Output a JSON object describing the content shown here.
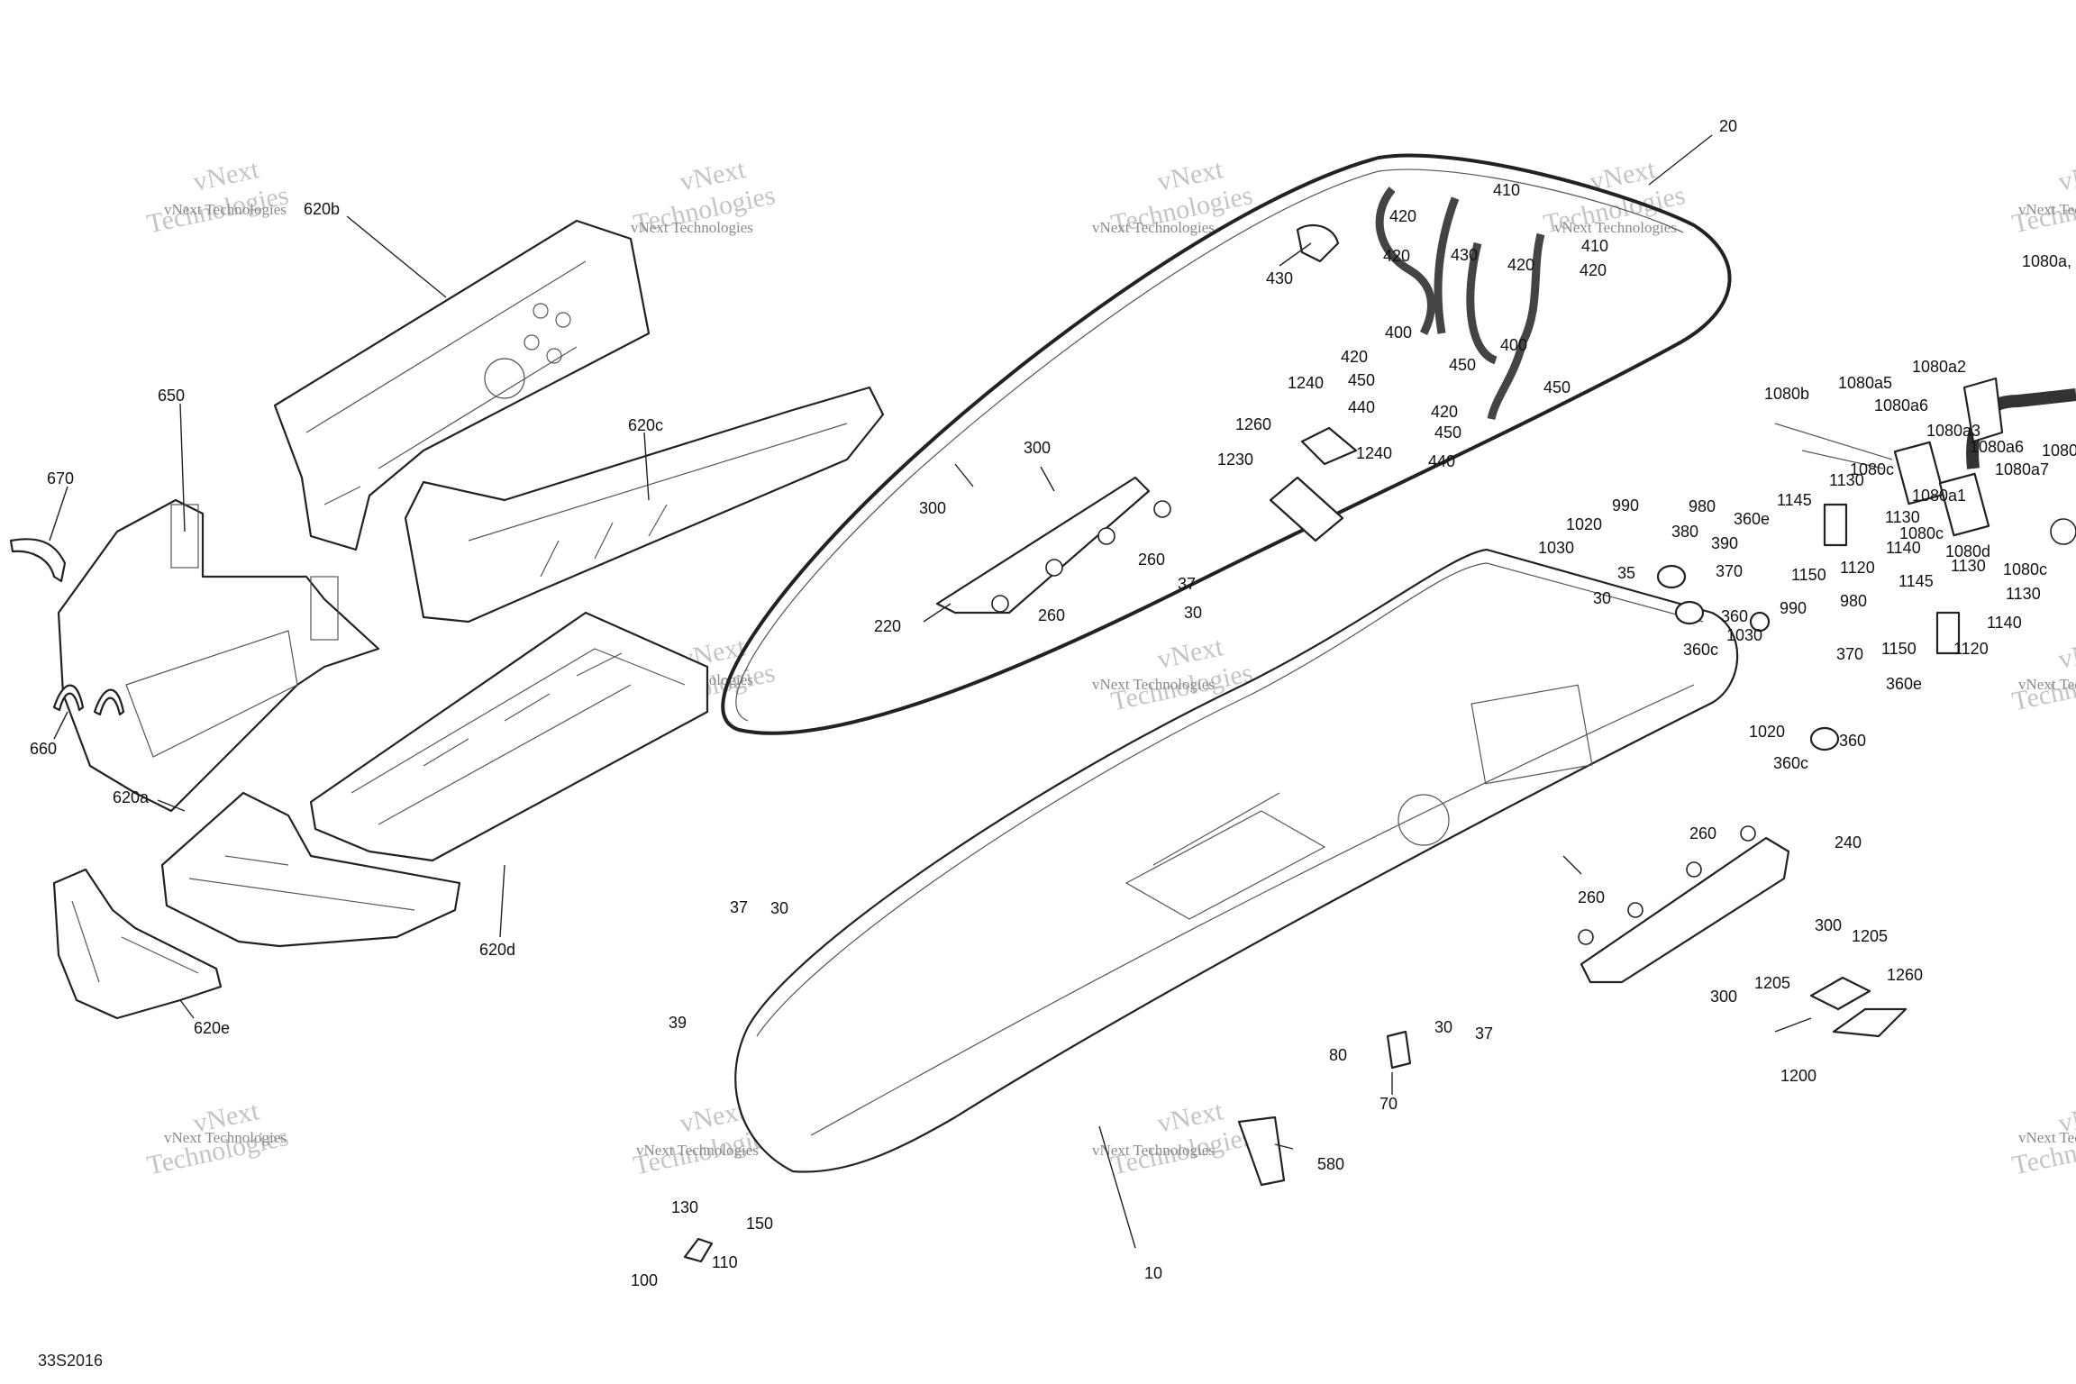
{
  "diagram": {
    "reference_code": "33S2016",
    "watermark": {
      "line1": "vNext",
      "line2": "Technologies",
      "line_small": "vNext Technologies"
    },
    "callouts": [
      "620b",
      "650",
      "670",
      "660",
      "620a",
      "620e",
      "620c",
      "620d",
      "20",
      "410",
      "420",
      "430",
      "420",
      "430",
      "410",
      "420",
      "420",
      "400",
      "400",
      "420",
      "450",
      "450",
      "440",
      "420",
      "450",
      "450",
      "440",
      "1240",
      "1240",
      "1260",
      "1230",
      "300",
      "300",
      "260",
      "260",
      "220",
      "37",
      "30",
      "1080a,",
      "1080a2",
      "1080b",
      "1080a5",
      "1080a6",
      "1080a3",
      "1080c",
      "1080a6",
      "1080",
      "1080a7",
      "1080a1",
      "1080c",
      "1080d",
      "1080c",
      "1130",
      "1145",
      "1130",
      "1140",
      "1150",
      "1120",
      "1130",
      "1145",
      "1140",
      "1130",
      "1150",
      "1120",
      "990",
      "980",
      "1020",
      "1030",
      "380",
      "390",
      "360e",
      "35",
      "370",
      "30",
      "360",
      "360c",
      "990",
      "980",
      "1030",
      "1020",
      "370",
      "360e",
      "360",
      "360c",
      "260",
      "240",
      "260",
      "300",
      "300",
      "1205",
      "1205",
      "1260",
      "1200",
      "37",
      "30",
      "39",
      "80",
      "30",
      "37",
      "70",
      "580",
      "10",
      "130",
      "150",
      "110",
      "100"
    ]
  }
}
